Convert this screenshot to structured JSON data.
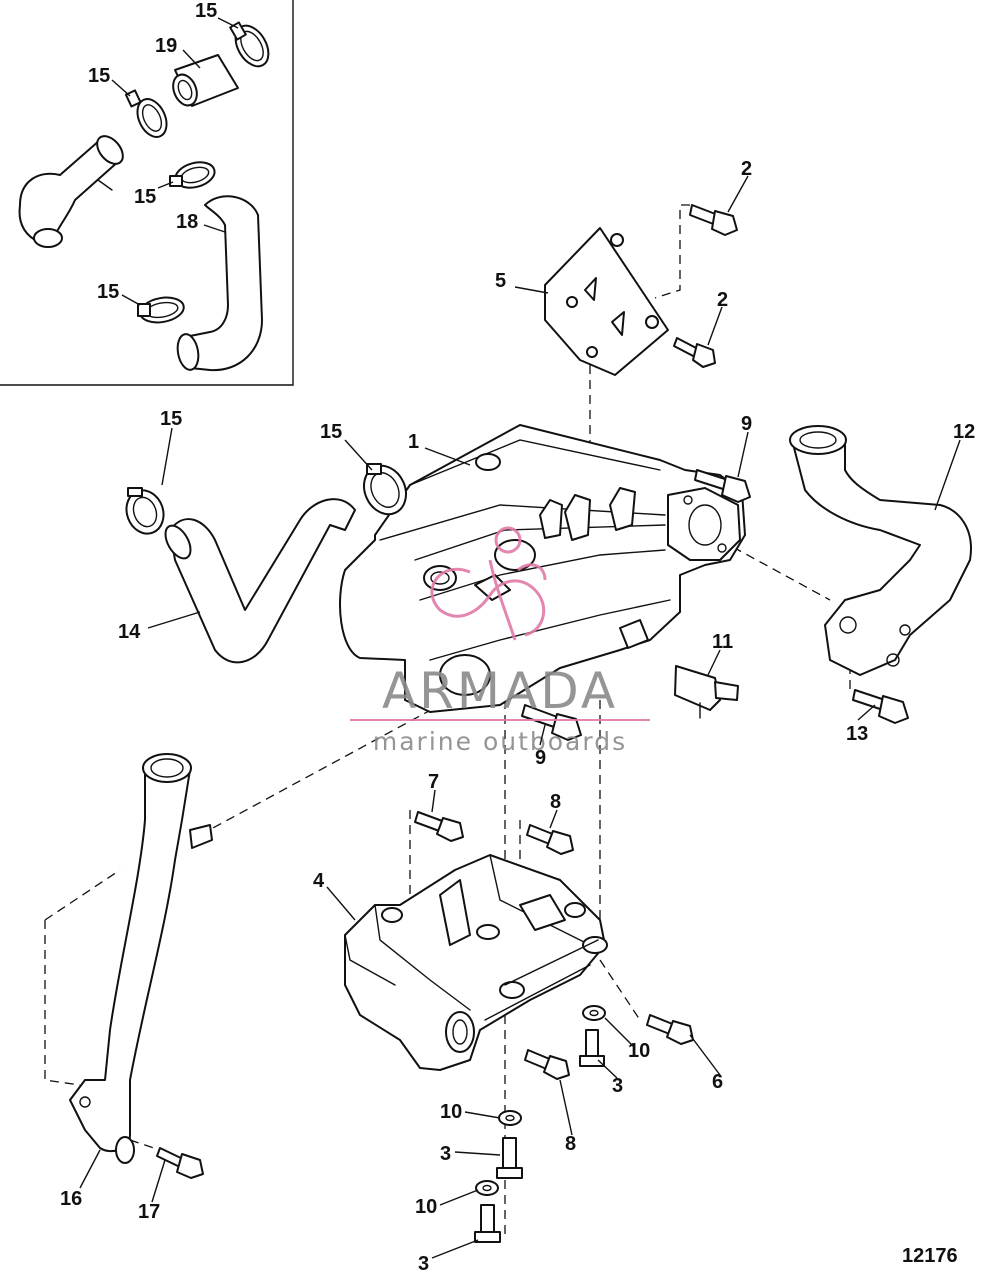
{
  "figure_number": "12176",
  "watermark": {
    "brand": "ARMADA",
    "tagline": "marine outboards",
    "text_color": "#8a8a8a",
    "accent_color": "#e07aa8"
  },
  "callouts": {
    "c1": "1",
    "c2a": "2",
    "c2b": "2",
    "c3a": "3",
    "c3b": "3",
    "c3c": "3",
    "c4": "4",
    "c5": "5",
    "c6": "6",
    "c7": "7",
    "c8a": "8",
    "c8b": "8",
    "c9a": "9",
    "c9b": "9",
    "c10a": "10",
    "c10b": "10",
    "c10c": "10",
    "c11": "11",
    "c12": "12",
    "c13": "13",
    "c14": "14",
    "c15a": "15",
    "c15b": "15",
    "c15c": "15",
    "c15d": "15",
    "c15e": "15",
    "c15f": "15",
    "c16": "16",
    "c17": "17",
    "c18": "18",
    "c19": "19"
  }
}
